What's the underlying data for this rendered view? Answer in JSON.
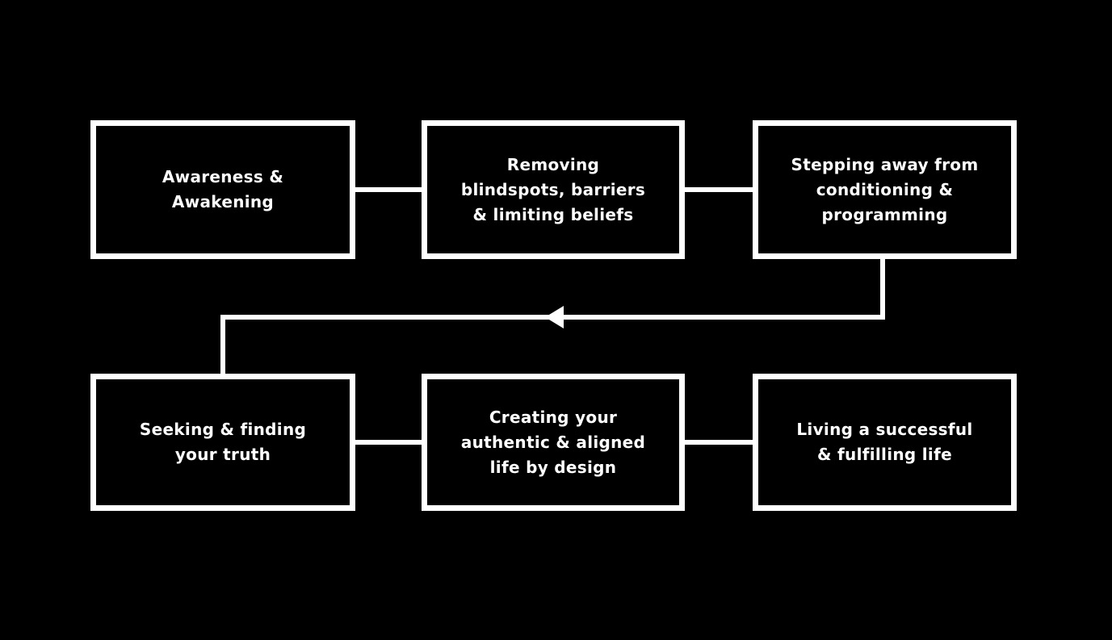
{
  "diagram": {
    "background_color": "#000000",
    "stroke_color": "#ffffff",
    "text_color": "#ffffff",
    "nodes": [
      {
        "id": "awareness-awakening",
        "lines": [
          "Awareness &",
          "Awakening"
        ]
      },
      {
        "id": "removing-blindspots",
        "lines": [
          "Removing",
          "blindspots, barriers",
          "& limiting beliefs"
        ]
      },
      {
        "id": "stepping-away",
        "lines": [
          "Stepping away from",
          "conditioning &",
          "programming"
        ]
      },
      {
        "id": "seeking-finding-truth",
        "lines": [
          "Seeking & finding",
          "your truth"
        ]
      },
      {
        "id": "creating-authentic-life",
        "lines": [
          "Creating your",
          "authentic & aligned",
          "life by design"
        ]
      },
      {
        "id": "living-successful-life",
        "lines": [
          "Living a successful",
          "& fulfilling life"
        ]
      }
    ],
    "edges": [
      {
        "from": "awareness-awakening",
        "to": "removing-blindspots",
        "style": "plain-horizontal"
      },
      {
        "from": "removing-blindspots",
        "to": "stepping-away",
        "style": "plain-horizontal"
      },
      {
        "from": "stepping-away",
        "to": "seeking-finding-truth",
        "style": "elbow-down-left-down",
        "arrowhead": "left-pointing-triangle"
      },
      {
        "from": "seeking-finding-truth",
        "to": "creating-authentic-life",
        "style": "plain-horizontal"
      },
      {
        "from": "creating-authentic-life",
        "to": "living-successful-life",
        "style": "plain-horizontal"
      }
    ]
  }
}
